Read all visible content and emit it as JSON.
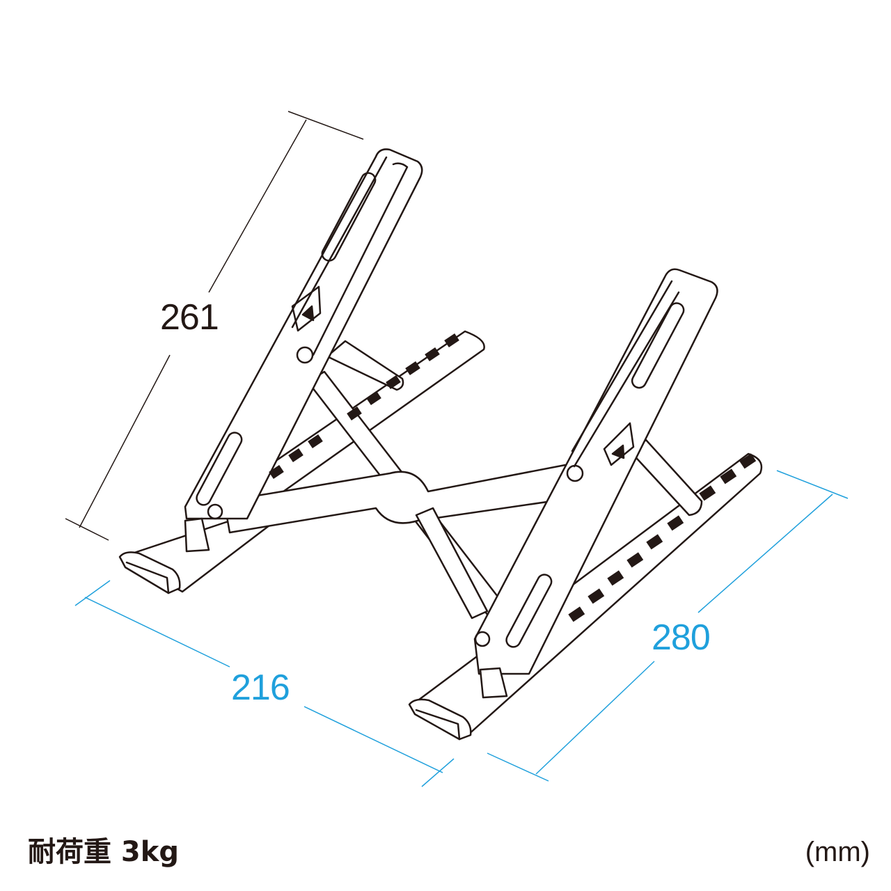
{
  "dimensions": {
    "height": "261",
    "width": "216",
    "depth": "280"
  },
  "footer": {
    "load_capacity": "耐荷重 3kg",
    "unit": "(mm)"
  },
  "colors": {
    "line": "#231815",
    "dimension_blue": "#1fa0dc"
  }
}
